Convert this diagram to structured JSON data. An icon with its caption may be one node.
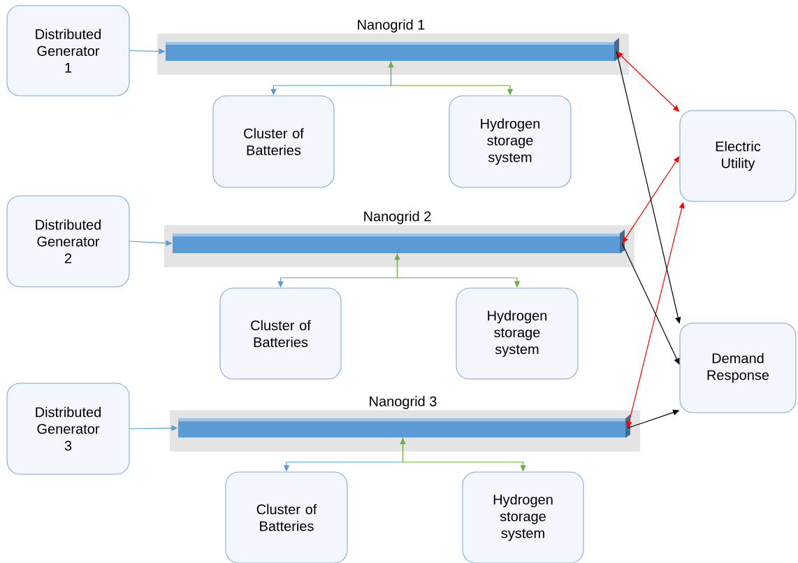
{
  "diagram": {
    "nodes": [
      {
        "text": [
          "Distributed Generator 1"
        ]
      },
      {
        "text": [
          "Nanogrid 1"
        ]
      },
      {
        "text": [
          "Cluster of Batteries"
        ]
      },
      {
        "text": [
          "Hydrogen storage system"
        ]
      },
      {
        "text": [
          "Distributed Generator 2"
        ]
      },
      {
        "text": [
          "Nanogrid 2"
        ]
      },
      {
        "text": [
          "Cluster of Batteries"
        ]
      },
      {
        "text": [
          "Hydrogen storage system"
        ]
      },
      {
        "text": [
          "Distributed Generator 3"
        ]
      },
      {
        "text": [
          "Nanogrid 3"
        ]
      },
      {
        "text": [
          "Cluster of Batteries"
        ]
      },
      {
        "text": [
          "Hydrogen storage system"
        ]
      },
      {
        "text": [
          "Electric Utility"
        ]
      },
      {
        "text": [
          "Demand Response"
        ]
      }
    ],
    "edges": [
      {
        "from": 0,
        "to": 1,
        "arrow": "to",
        "color": "#5b9bd5"
      },
      {
        "from": 1,
        "to": 2,
        "arrow": "to",
        "color": "#5b9bd5"
      },
      {
        "from": 1,
        "to": 3,
        "arrow": "both",
        "color": "#70ad47"
      },
      {
        "from": 4,
        "to": 5,
        "arrow": "to",
        "color": "#5b9bd5"
      },
      {
        "from": 5,
        "to": 6,
        "arrow": "to",
        "color": "#5b9bd5"
      },
      {
        "from": 5,
        "to": 7,
        "arrow": "both",
        "color": "#70ad47"
      },
      {
        "from": 8,
        "to": 9,
        "arrow": "to",
        "color": "#5b9bd5"
      },
      {
        "from": 9,
        "to": 10,
        "arrow": "to",
        "color": "#5b9bd5"
      },
      {
        "from": 9,
        "to": 11,
        "arrow": "both",
        "color": "#70ad47"
      },
      {
        "from": 1,
        "to": 12,
        "arrow": "both",
        "color": "#ff0000"
      },
      {
        "from": 5,
        "to": 12,
        "arrow": "both",
        "color": "#ff0000"
      },
      {
        "from": 9,
        "to": 12,
        "arrow": "both",
        "color": "#ff0000"
      },
      {
        "from": 1,
        "to": 13,
        "arrow": "to",
        "color": "#000000"
      },
      {
        "from": 5,
        "to": 13,
        "arrow": "to",
        "color": "#000000"
      },
      {
        "from": 9,
        "to": 13,
        "arrow": "to",
        "color": "#000000"
      }
    ]
  }
}
